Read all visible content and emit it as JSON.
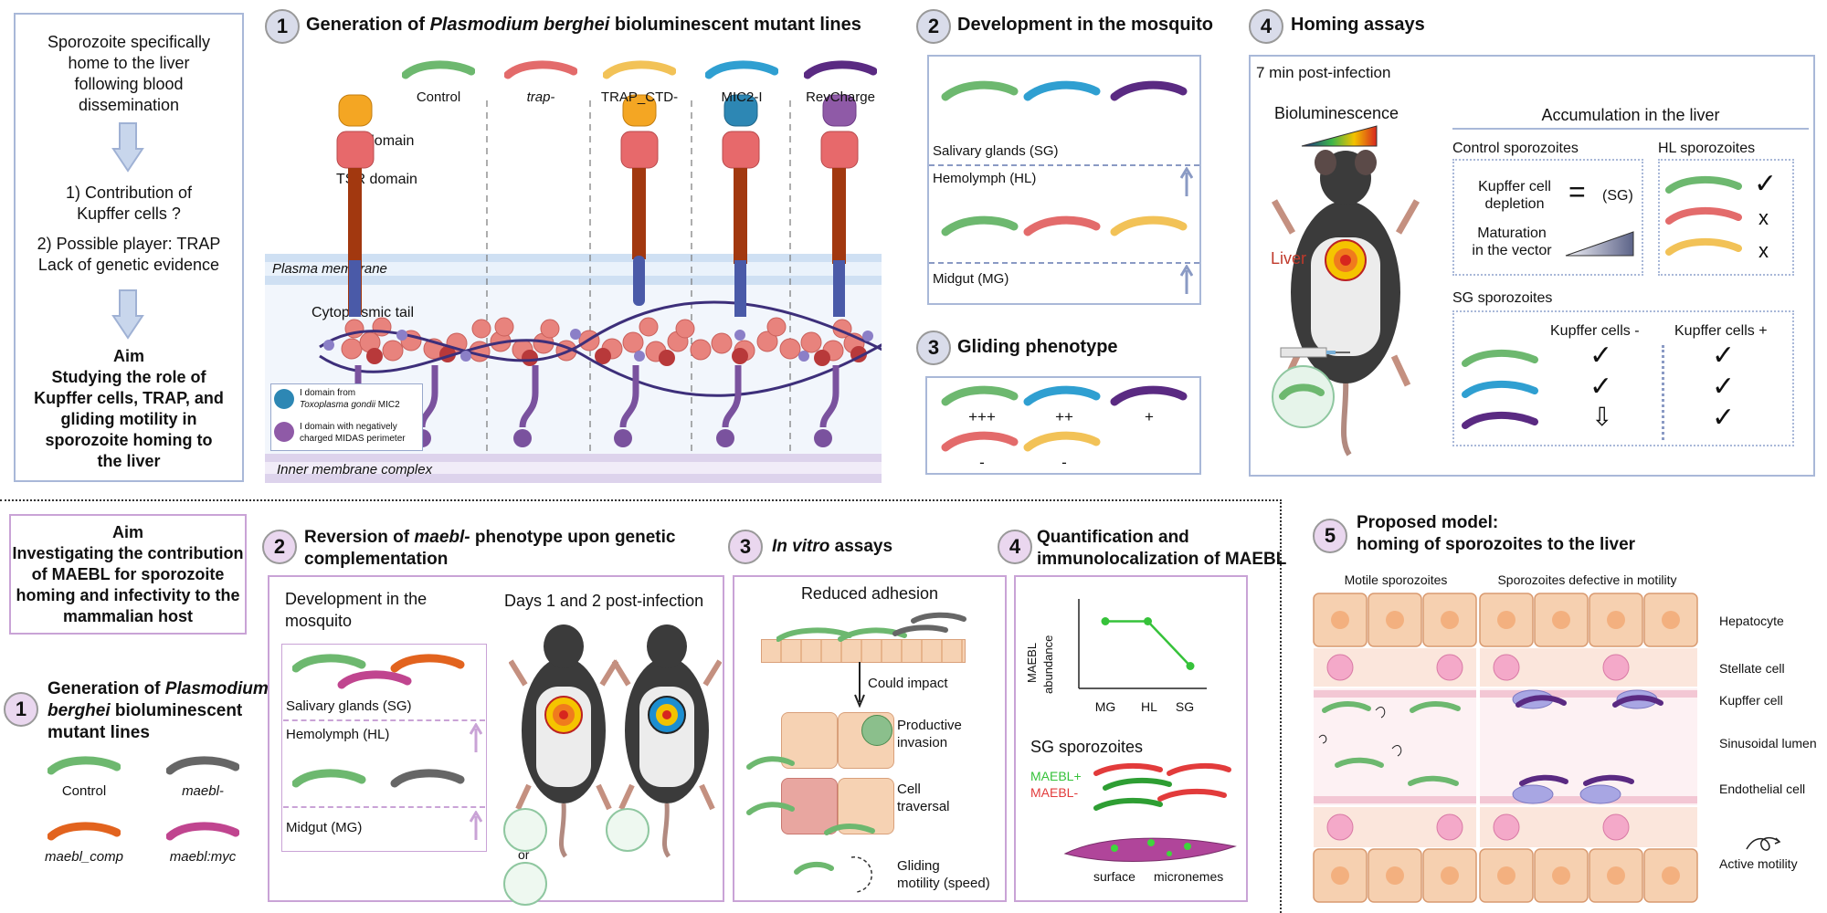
{
  "intro": {
    "line1": "Sporozoite specifically",
    "line2": "home to the liver",
    "line3": "following blood",
    "line4": "dissemination",
    "q1a": "1) Contribution of",
    "q1b": "Kupffer cells ?",
    "q2a": "2) Possible player: TRAP",
    "q2b": "Lack of genetic evidence",
    "aim_title": "Aim",
    "aim1": "Studying the role of",
    "aim2": "Kupffer cells, TRAP, and",
    "aim3": "gliding motility in",
    "aim4": "sporozoite homing to",
    "aim5": "the liver"
  },
  "top1": {
    "num": "1",
    "title_a": "Generation of ",
    "title_b": "Plasmodium berghei",
    "title_c": " bioluminescent mutant lines",
    "lines": [
      "Control",
      "trap-",
      "TRAP_CTD-",
      "MIC2-I",
      "RevCharge"
    ],
    "i_domain": "I domain",
    "tsr_domain": "TSR domain",
    "plasma": "Plasma membrane",
    "cyto": "Cytoplasmic tail",
    "imc": "Inner membrane complex",
    "legend1a": "I domain from",
    "legend1b": "Toxoplasma gondii",
    "legend1c": " MIC2",
    "legend2a": "I domain with negatively",
    "legend2b": "charged MIDAS perimeter"
  },
  "top2": {
    "num": "2",
    "title": "Development in the mosquito",
    "sg": "Salivary glands (SG)",
    "hl": "Hemolymph (HL)",
    "mg": "Midgut (MG)"
  },
  "top3": {
    "num": "3",
    "title": "Gliding phenotype",
    "r1": [
      "+++",
      "++",
      "+"
    ],
    "r2": [
      "-",
      "-"
    ]
  },
  "top4": {
    "num": "4",
    "title": "Homing assays",
    "time": "7 min post-infection",
    "biolum": "Bioluminescence",
    "liver": "Liver",
    "accum": "Accumulation in the liver",
    "control_spz": "Control sporozoites",
    "hl_spz": "HL sporozoites",
    "kc1": "Kupffer cell",
    "kc2": "depletion",
    "eq": "=",
    "sg_tag": "(SG)",
    "mat1": "Maturation",
    "mat2": "in the vector",
    "sg_spz": "SG sporozoites",
    "kc_minus": "Kupffer cells -",
    "kc_plus": "Kupffer cells +",
    "check": "✓",
    "x": "x",
    "down": "⇩"
  },
  "bottom": {
    "aim_title": "Aim",
    "aim1": "Investigating the contribution",
    "aim2": "of MAEBL for sporozoite",
    "aim3": "homing and infectivity to the",
    "aim4": "mammalian host",
    "b1_num": "1",
    "b1_t1": "Generation of ",
    "b1_t2": "Plasmodium",
    "b1_t3": "berghei",
    "b1_t4": " bioluminescent",
    "b1_t5": "mutant lines",
    "l_control": "Control",
    "l_maebl": "maebl-",
    "l_comp": "maebl_comp",
    "l_myc": "maebl:myc",
    "b2_num": "2",
    "b2_t1": "Reversion of ",
    "b2_t2": "maebl-",
    "b2_t3": " phenotype upon genetic",
    "b2_t4": "complementation",
    "dev1": "Development in the",
    "dev2": "mosquito",
    "days": "Days 1 and 2 post-infection",
    "sg": "Salivary glands (SG)",
    "hl": "Hemolymph (HL)",
    "mg": "Midgut (MG)",
    "or": "or",
    "b3_num": "3",
    "b3_t1": "In vitro",
    "b3_t2": " assays",
    "reduced": "Reduced adhesion",
    "could": "Could impact",
    "prod1": "Productive",
    "prod2": "invasion",
    "trav1": "Cell",
    "trav2": "traversal",
    "glide1": "Gliding",
    "glide2": "motility (speed)",
    "b4_num": "4",
    "b4_t1": "Quantification and",
    "b4_t2": "immunolocalization of MAEBL",
    "ylabel1": "MAEBL",
    "ylabel2": "abundance",
    "sg_spz": "SG sporozoites",
    "maebl_plus": "MAEBL+",
    "maebl_minus": "MAEBL-",
    "surface": "surface",
    "micronemes": "micronemes",
    "b5_num": "5",
    "b5_t1": "Proposed model:",
    "b5_t2": "homing of sporozoites to the liver",
    "motile": "Motile sporozoites",
    "defective": "Sporozoites defective in motility",
    "hepatocyte": "Hepatocyte",
    "stellate": "Stellate cell",
    "kupffer": "Kupffer cell",
    "sinusoidal": "Sinusoidal lumen",
    "endothelial": "Endothelial cell",
    "active": "Active motility"
  },
  "chart_data": {
    "type": "line",
    "categories": [
      "MG",
      "HL",
      "SG"
    ],
    "series": [
      {
        "values": [
          3,
          3,
          1
        ]
      }
    ],
    "xlabel": "",
    "ylabel": "MAEBL abundance",
    "ylim": [
      0,
      4
    ]
  },
  "colors": {
    "green": "#6db86f",
    "red": "#e36b6b",
    "yellow": "#f2c257",
    "blue": "#2f9fd1",
    "purple": "#5a2a82",
    "grey": "#666666",
    "orange": "#e2631e",
    "magenta": "#c0458f"
  }
}
